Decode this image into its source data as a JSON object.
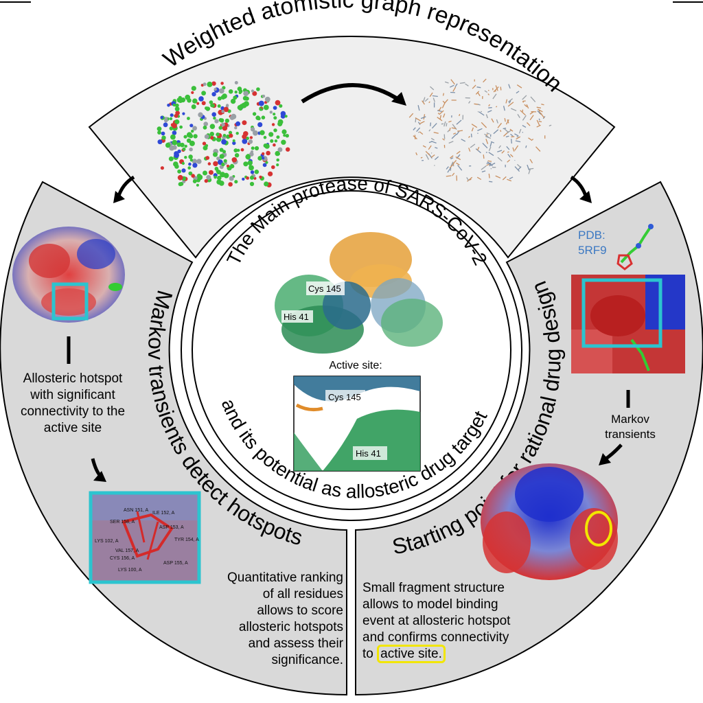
{
  "arc_titles": {
    "top": "Weighted atomistic graph representation",
    "left": "Markov transients detect hotspots",
    "right": "Starting point for rational drug design"
  },
  "center": {
    "title_top": "The Main protease of SARS-CoV-2",
    "title_bottom": "and its potential as allosteric drug target",
    "labels": {
      "cys": "Cys 145",
      "his": "His 41"
    },
    "active_site_label": "Active site:",
    "zoom_labels": {
      "cys": "Cys 145",
      "his": "His 41"
    }
  },
  "left_panel": {
    "hotspot_text": [
      "Allosteric hotspot",
      "with significant",
      "connectivity to the",
      "active site"
    ],
    "ranking_text": [
      "Quantitative ranking",
      "of all residues",
      "allows to score",
      "allosteric hotspots",
      "and assess their",
      "significance."
    ],
    "residue_labels": [
      "ASN 151, A",
      "ILE 152, A",
      "SER 158, A",
      "ASP 153, A",
      "LYS 102, A",
      "TYR 154, A",
      "VAL 157, A",
      "CYS 156, A",
      "ASP 155, A",
      "LYS 100, A"
    ]
  },
  "right_panel": {
    "pdb_label": "PDB:",
    "pdb_id": "5RF9",
    "markov_label": [
      "Markov",
      "transients"
    ],
    "fragment_text_lines": [
      "Small fragment structure",
      "allows to model binding",
      "event at allosteric hotspot",
      "and confirms connectivity"
    ],
    "fragment_text_to": "to",
    "fragment_highlight": "active site."
  },
  "colors": {
    "arc_fill": "#d9d9d9",
    "top_arc_fill": "#efefef",
    "highlight_cyan": "#2cc4cf",
    "highlight_yellow": "#f2e600",
    "pdb_blue": "#3b78c2"
  }
}
